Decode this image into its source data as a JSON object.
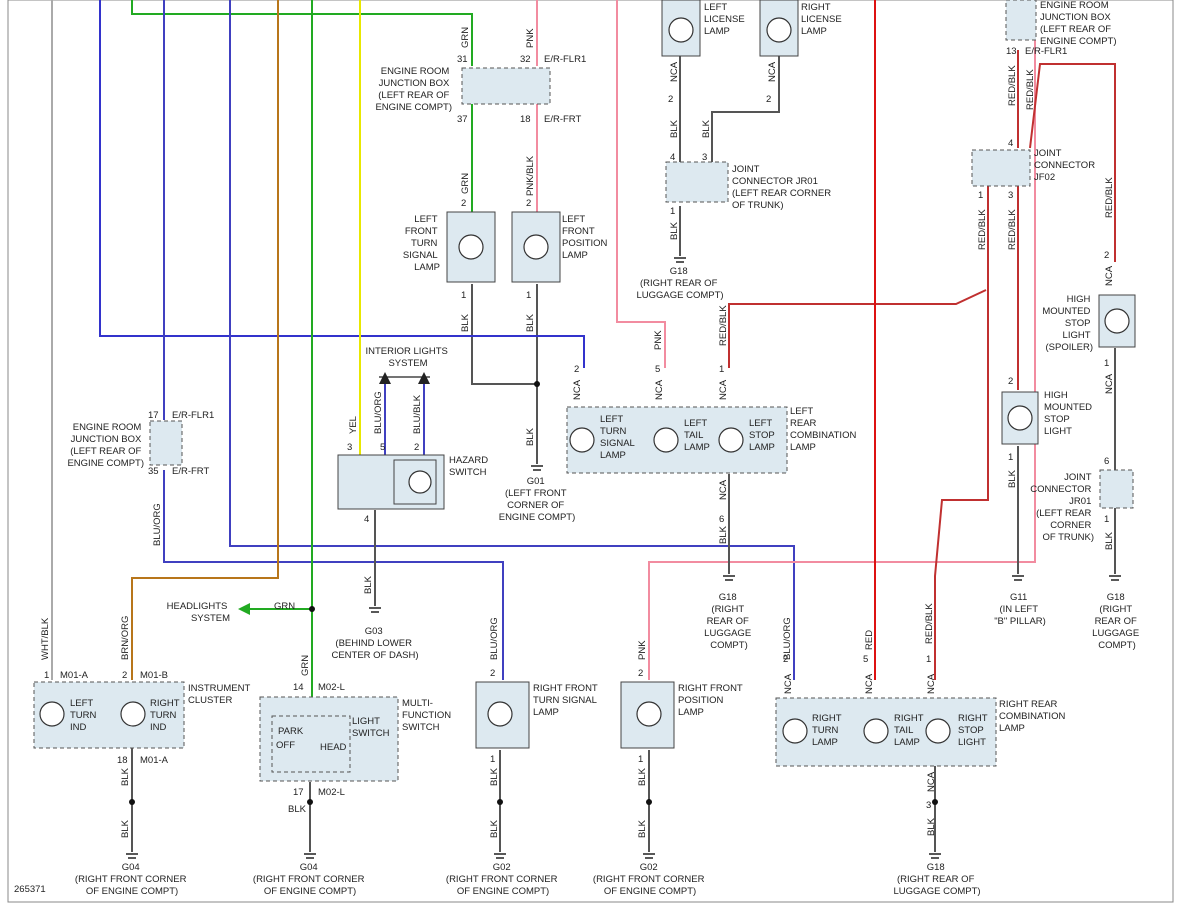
{
  "diagram_id": "265371",
  "colors": {
    "blk": "#555555",
    "grn": "#22aa22",
    "pnk": "#f28ca0",
    "yel": "#e8e800",
    "blu": "#3333cc",
    "red": "#dd1111",
    "redblk": "#c03030",
    "brn": "#b8761a",
    "white": "#aaaaaa",
    "bluorg": "#4040c0"
  },
  "wire_labels": {
    "grn1": "GRN",
    "pnk1": "PNK",
    "grn2": "GRN",
    "pnkblk": "PNK/BLK",
    "blk_lturn": "BLK",
    "blk_lpos": "BLK",
    "blk_g01": "BLK",
    "yel": "YEL",
    "bluorg_int": "BLU/ORG",
    "blublk_int": "BLU/BLK",
    "blk_g03": "BLK",
    "bluorg_left": "BLU/ORG",
    "grn_head": "GRN",
    "whtblk": "WHT/BLK",
    "brnorg": "BRN/ORG",
    "blk_ic1": "BLK",
    "blk_ic2": "BLK",
    "grn_mf": "GRN",
    "blk_mf": "BLK",
    "bluorg_rf": "BLU/ORG",
    "blk_rf1": "BLK",
    "blk_rf2": "BLK",
    "pnk_rfp": "PNK",
    "blk_rfp1": "BLK",
    "blk_rfp2": "BLK",
    "nca_lic1": "NCA",
    "nca_lic2": "NCA",
    "blk_lic1": "BLK",
    "blk_lic2": "BLK",
    "blk_g18a": "BLK",
    "nca_lrc2": "NCA",
    "nca_lrc5": "NCA",
    "nca_lrc1": "NCA",
    "pnk_lrc": "PNK",
    "redblk_lrc": "RED/BLK",
    "nca_lrc_out": "NCA",
    "blk_lrc_out": "BLK",
    "bluorg_rrc": "BLU/ORG",
    "red_rrc": "RED",
    "redblk_rrc": "RED/BLK",
    "nca_rrc2": "NCA",
    "nca_rrc5": "NCA",
    "nca_rrc1": "NCA",
    "nca_rrc_out": "NCA",
    "blk_rrc_out": "BLK",
    "redblk_top": "RED/BLK",
    "redblk_top2": "RED/BLK",
    "redblk_jf1": "RED/BLK",
    "redblk_jf3": "RED/BLK",
    "redblk_hmsl": "RED/BLK",
    "nca_hmsl": "NCA",
    "nca_hmsl2": "NCA",
    "blk_hmsl": "BLK",
    "blk_hms": "BLK",
    "blk_jr2": "BLK"
  },
  "pin_labels": {
    "erjb_31": "31",
    "erjb_32": "32",
    "erjb_37": "37",
    "erjb_18": "18",
    "lft_2": "2",
    "lft_1": "1",
    "lfp_2": "2",
    "lfp_1": "1",
    "hz_3": "3",
    "hz_5": "5",
    "hz_2": "2",
    "hz_4": "4",
    "erjb2_17": "17",
    "erjb2_35": "35",
    "ic_1": "1",
    "ic_2": "2",
    "ic_18": "18",
    "mf_14": "14",
    "mf_17": "17",
    "rf_2": "2",
    "rf_1": "1",
    "rfp_2": "2",
    "rfp_1": "1",
    "lic_2a": "2",
    "lic_2b": "2",
    "jr_4": "4",
    "jr_3": "3",
    "jr_1": "1",
    "lrc_2": "2",
    "lrc_5": "5",
    "lrc_1": "1",
    "lrc_out": "6",
    "rrc_2": "2",
    "rrc_5": "5",
    "rrc_1": "1",
    "rrc_3": "3",
    "jb_13": "13",
    "jf_4": "4",
    "jf_1": "1",
    "jf_3": "3",
    "hms_2": "2",
    "hms_1": "1",
    "hmsl_2": "2",
    "hmsl_1": "1",
    "jr2_6": "6",
    "jr2_1": "1"
  },
  "connectors": {
    "erjb_top_a": "E/R-FLR1",
    "erjb_top_b": "E/R-FRT",
    "erjb_left_a": "E/R-FLR1",
    "erjb_left_b": "E/R-FRT",
    "m01a": "M01-A",
    "m01b": "M01-B",
    "m01a_bot": "M01-A",
    "m02l_top": "M02-L",
    "m02l_bot": "M02-L",
    "erflr1_top": "E/R-FLR1"
  },
  "components": {
    "erjb_top": [
      "ENGINE ROOM",
      "JUNCTION BOX",
      "(LEFT REAR OF",
      "ENGINE COMPT)"
    ],
    "erjb_left": [
      "ENGINE ROOM",
      "JUNCTION BOX",
      "(LEFT REAR OF",
      "ENGINE COMPT)"
    ],
    "left_front_turn": [
      "LEFT",
      "FRONT",
      "TURN",
      "SIGNAL",
      "LAMP"
    ],
    "left_front_position": [
      "LEFT",
      "FRONT",
      "POSITION",
      "LAMP"
    ],
    "interior_lights": [
      "INTERIOR LIGHTS",
      "SYSTEM"
    ],
    "hazard_switch": [
      "HAZARD",
      "SWITCH"
    ],
    "left_license": [
      "LEFT",
      "LICENSE",
      "LAMP"
    ],
    "right_license": [
      "RIGHT",
      "LICENSE",
      "LAMP"
    ],
    "jr01_top": [
      "JOINT",
      "CONNECTOR JR01",
      "(LEFT REAR CORNER",
      "OF TRUNK)"
    ],
    "erjb_right": [
      "ENGINE ROOM",
      "JUNCTION BOX",
      "(LEFT REAR OF",
      "ENGINE COMPT)"
    ],
    "jf02": [
      "JOINT",
      "CONNECTOR",
      "JF02"
    ],
    "left_rear_combo": [
      "LEFT",
      "REAR",
      "COMBINATION",
      "LAMP"
    ],
    "lrc_turn": [
      "LEFT",
      "TURN",
      "SIGNAL",
      "LAMP"
    ],
    "lrc_tail": [
      "LEFT",
      "TAIL",
      "LAMP"
    ],
    "lrc_stop": [
      "LEFT",
      "STOP",
      "LAMP"
    ],
    "hmsl_spoiler": [
      "HIGH",
      "MOUNTED",
      "STOP",
      "LIGHT",
      "(SPOILER)"
    ],
    "hmsl": [
      "HIGH",
      "MOUNTED",
      "STOP",
      "LIGHT"
    ],
    "jr01_right": [
      "JOINT",
      "CONNECTOR",
      "JR01",
      "(LEFT REAR",
      "CORNER",
      "OF TRUNK)"
    ],
    "headlights": [
      "HEADLIGHTS",
      "SYSTEM"
    ],
    "instrument_cluster": [
      "INSTRUMENT",
      "CLUSTER"
    ],
    "ic_left": [
      "LEFT",
      "TURN",
      "IND"
    ],
    "ic_right": [
      "RIGHT",
      "TURN",
      "IND"
    ],
    "multifunction": [
      "MULTI-",
      "FUNCTION",
      "SWITCH"
    ],
    "light_switch": [
      "LIGHT",
      "SWITCH"
    ],
    "park": "PARK",
    "off": "OFF",
    "head": "HEAD",
    "right_front_turn": [
      "RIGHT FRONT",
      "TURN SIGNAL",
      "LAMP"
    ],
    "right_front_position": [
      "RIGHT FRONT",
      "POSITION",
      "LAMP"
    ],
    "right_rear_combo": [
      "RIGHT REAR",
      "COMBINATION",
      "LAMP"
    ],
    "rrc_turn": [
      "RIGHT",
      "TURN",
      "LAMP"
    ],
    "rrc_tail": [
      "RIGHT",
      "TAIL",
      "LAMP"
    ],
    "rrc_stop": [
      "RIGHT",
      "STOP",
      "LIGHT"
    ]
  },
  "grounds": {
    "g18_top": [
      "G18",
      "(RIGHT REAR OF",
      "LUGGAGE COMPT)"
    ],
    "g01": [
      "G01",
      "(LEFT FRONT",
      "CORNER OF",
      "ENGINE COMPT)"
    ],
    "g03": [
      "G03",
      "(BEHIND LOWER",
      "CENTER OF DASH)"
    ],
    "g18_mid": [
      "G18",
      "(RIGHT",
      "REAR OF",
      "LUGGAGE",
      "COMPT)"
    ],
    "g11": [
      "G11",
      "(IN LEFT",
      "\"B\" PILLAR)"
    ],
    "g18_right": [
      "G18",
      "(RIGHT",
      "REAR OF",
      "LUGGAGE",
      "COMPT)"
    ],
    "g04a": [
      "G04",
      "(RIGHT FRONT CORNER",
      "OF ENGINE COMPT)"
    ],
    "g04b": [
      "G04",
      "(RIGHT FRONT CORNER",
      "OF ENGINE COMPT)"
    ],
    "g02a": [
      "G02",
      "(RIGHT FRONT CORNER",
      "OF ENGINE COMPT)"
    ],
    "g02b": [
      "G02",
      "(RIGHT FRONT CORNER",
      "OF ENGINE COMPT)"
    ],
    "g18_bot": [
      "G18",
      "(RIGHT REAR OF",
      "LUGGAGE COMPT)"
    ]
  }
}
